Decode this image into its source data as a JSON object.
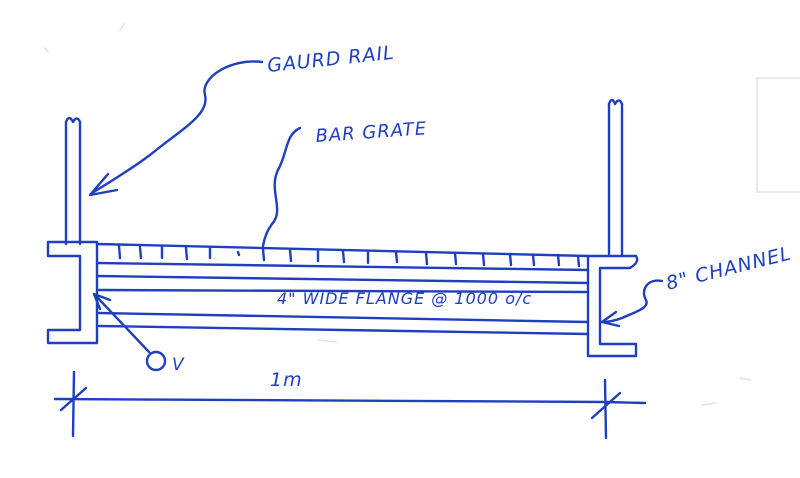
{
  "labels": {
    "guard_rail": "GAURD RAIL",
    "bar_grate": "BAR GRATE",
    "wide_flange": "4\" WIDE FLANGE @ 1000 o/c",
    "channel": "8\" CHANNEL",
    "dimension": "1m",
    "detail_marker": "V"
  },
  "colors": {
    "ink": "#1f3fbf",
    "faint_pencil": "#dfe3ea",
    "paper": "#ffffff"
  }
}
